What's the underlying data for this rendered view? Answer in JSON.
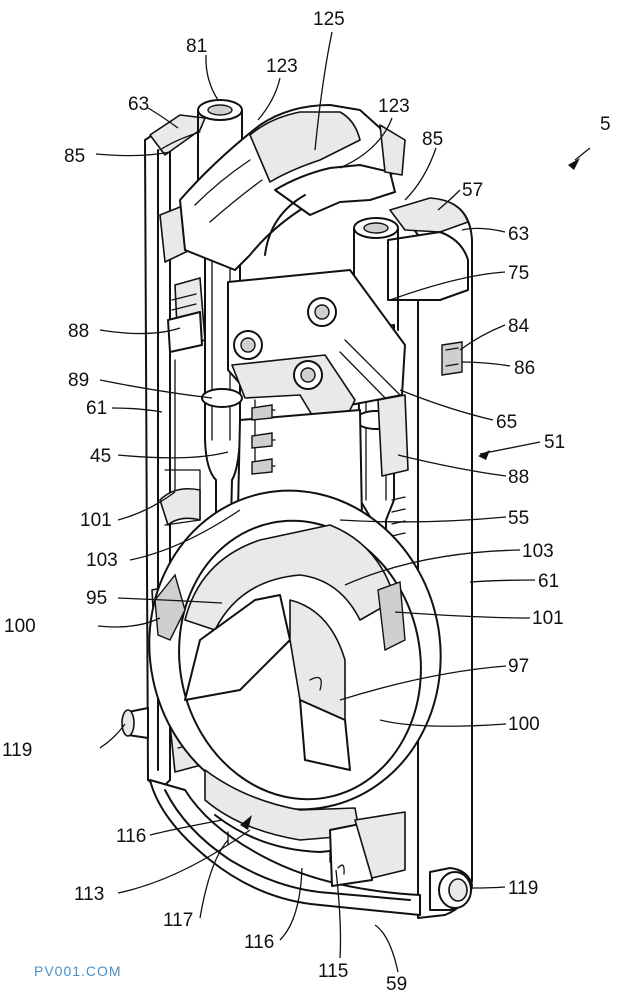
{
  "labels": {
    "r125": "125",
    "r81": "81",
    "r123a": "123",
    "r63a": "63",
    "r123b": "123",
    "r5": "5",
    "r85a": "85",
    "r85b": "85",
    "r57": "57",
    "r63b": "63",
    "r75": "75",
    "r88a": "88",
    "r84": "84",
    "r86": "86",
    "r89": "89",
    "r61a": "61",
    "r65": "65",
    "r51": "51",
    "r45": "45",
    "r88b": "88",
    "r101a": "101",
    "r55": "55",
    "r103a": "103",
    "r103b": "103",
    "r61b": "61",
    "r95": "95",
    "r100a": "100",
    "r101b": "101",
    "r97": "97",
    "r100b": "100",
    "r119a": "119",
    "r116a": "116",
    "r113": "113",
    "r117": "117",
    "r119b": "119",
    "r116b": "116",
    "r115": "115",
    "r59": "59"
  },
  "watermark": "PV001.COM"
}
